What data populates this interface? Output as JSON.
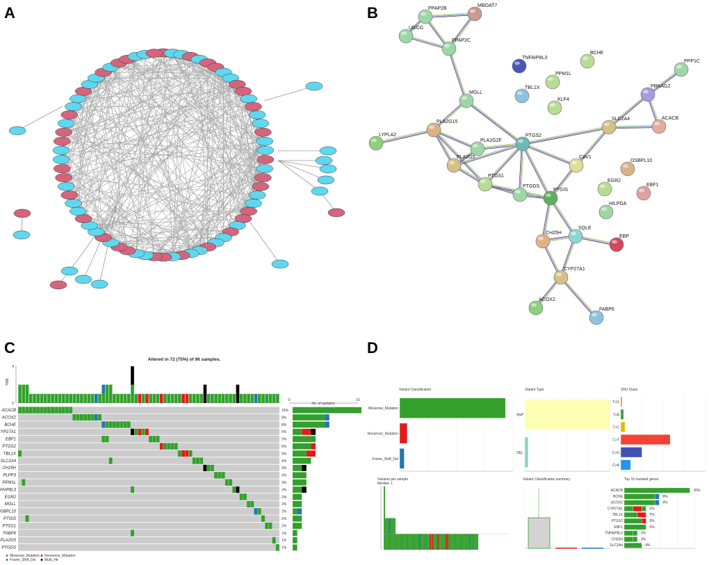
{
  "panels": {
    "a": "A",
    "b": "B",
    "c": "C",
    "d": "D"
  },
  "colors": {
    "missense": "#33a02c",
    "nonsense": "#e31a1c",
    "frameshift": "#1f78b4",
    "multi": "#000000",
    "bg": "#cccccc",
    "node_red": "#d4657d",
    "node_cyan": "#5fd8ef"
  },
  "network_b": {
    "nodes": [
      {
        "id": "PPAP2B",
        "c": "#9fd6a8"
      },
      {
        "id": "MBOAT7",
        "c": "#c99a8f"
      },
      {
        "id": "UGCG",
        "c": "#9fd6a8"
      },
      {
        "id": "PPAP2C",
        "c": "#9fd6a8"
      },
      {
        "id": "TNFAIP8L3",
        "c": "#4a55b8"
      },
      {
        "id": "BCHE",
        "c": "#b8dc96"
      },
      {
        "id": "PPP1C",
        "c": "#9fd6a8"
      },
      {
        "id": "PPM1L",
        "c": "#b8dc96"
      },
      {
        "id": "TBL1X",
        "c": "#8ec3e0"
      },
      {
        "id": "KLF4",
        "c": "#b8dc96"
      },
      {
        "id": "MGLL",
        "c": "#9fd6a8"
      },
      {
        "id": "PRKAG2",
        "c": "#a99be0"
      },
      {
        "id": "SLC2A4",
        "c": "#d6c08a"
      },
      {
        "id": "ACACB",
        "c": "#e0ad9c"
      },
      {
        "id": "LYPLA2",
        "c": "#8fcf7d"
      },
      {
        "id": "PLA2G15",
        "c": "#d9b388"
      },
      {
        "id": "PTGS2",
        "c": "#6fb8b8"
      },
      {
        "id": "PLA2G2F",
        "c": "#9fd6a8"
      },
      {
        "id": "PLA2G5",
        "c": "#d6c08a"
      },
      {
        "id": "CAV1",
        "c": "#dede9c"
      },
      {
        "id": "OSBPL10",
        "c": "#d9b388"
      },
      {
        "id": "PTGS1",
        "c": "#b8dc96"
      },
      {
        "id": "PTGDS",
        "c": "#9fd6a8"
      },
      {
        "id": "PTGIS",
        "c": "#5fae5f"
      },
      {
        "id": "EGR2",
        "c": "#b8dc96"
      },
      {
        "id": "EBF1",
        "c": "#e0a0a0"
      },
      {
        "id": "HILPDA",
        "c": "#9fd6a8"
      },
      {
        "id": "CH25H",
        "c": "#e0b08a"
      },
      {
        "id": "SQLE",
        "c": "#8ed6d6"
      },
      {
        "id": "EBP",
        "c": "#d4485f"
      },
      {
        "id": "CYP27A1",
        "c": "#d6c08a"
      },
      {
        "id": "ACOX2",
        "c": "#8fcf7d"
      },
      {
        "id": "FABP6",
        "c": "#8ec3e0"
      }
    ]
  },
  "oncoplot": {
    "title": "Altered in 72 (75%) of 96 samples.",
    "tmb_label": "TMB",
    "tmb_ticks": [
      "0",
      "4"
    ],
    "samples_axis_label": "No. of samples",
    "samples_ticks": [
      "0",
      "15"
    ],
    "n_samples": 72,
    "genes": [
      {
        "name": "ACACB",
        "pct": "16%",
        "m": [
          [
            0,
            "missense"
          ],
          [
            1,
            "missense"
          ],
          [
            2,
            "missense"
          ],
          [
            3,
            "missense"
          ],
          [
            4,
            "missense"
          ],
          [
            5,
            "missense"
          ],
          [
            6,
            "missense"
          ],
          [
            7,
            "missense"
          ],
          [
            8,
            "missense"
          ],
          [
            9,
            "missense"
          ],
          [
            10,
            "missense"
          ],
          [
            11,
            "missense"
          ],
          [
            12,
            "missense"
          ],
          [
            13,
            "missense"
          ],
          [
            14,
            "missense"
          ]
        ]
      },
      {
        "name": "ACOX2",
        "pct": "8%",
        "m": [
          [
            15,
            "missense"
          ],
          [
            16,
            "missense"
          ],
          [
            17,
            "missense"
          ],
          [
            18,
            "missense"
          ],
          [
            19,
            "missense"
          ],
          [
            20,
            "missense"
          ],
          [
            21,
            "frameshift"
          ],
          [
            22,
            "missense"
          ]
        ]
      },
      {
        "name": "BCHE",
        "pct": "8%",
        "m": [
          [
            23,
            "frameshift"
          ],
          [
            24,
            "missense"
          ],
          [
            25,
            "missense"
          ],
          [
            26,
            "missense"
          ],
          [
            27,
            "missense"
          ],
          [
            28,
            "missense"
          ],
          [
            29,
            "missense"
          ],
          [
            30,
            "missense"
          ]
        ]
      },
      {
        "name": "CYP27A1",
        "pct": "5%",
        "m": [
          [
            31,
            "multi"
          ],
          [
            32,
            "missense"
          ],
          [
            33,
            "nonsense"
          ],
          [
            34,
            "missense"
          ],
          [
            35,
            "nonsense"
          ]
        ]
      },
      {
        "name": "EBF1",
        "pct": "5%",
        "m": [
          [
            23,
            "missense"
          ],
          [
            24,
            "missense"
          ],
          [
            36,
            "missense"
          ],
          [
            37,
            "missense"
          ],
          [
            38,
            "missense"
          ]
        ]
      },
      {
        "name": "PTGS2",
        "pct": "5%",
        "m": [
          [
            39,
            "nonsense"
          ],
          [
            40,
            "missense"
          ],
          [
            41,
            "missense"
          ],
          [
            42,
            "missense"
          ],
          [
            43,
            "missense"
          ]
        ]
      },
      {
        "name": "TBL1X",
        "pct": "5%",
        "m": [
          [
            0,
            "missense"
          ],
          [
            44,
            "missense"
          ],
          [
            45,
            "nonsense"
          ],
          [
            46,
            "nonsense"
          ],
          [
            47,
            "missense"
          ]
        ]
      },
      {
        "name": "SLC2A4",
        "pct": "4%",
        "m": [
          [
            25,
            "missense"
          ],
          [
            48,
            "missense"
          ],
          [
            49,
            "missense"
          ],
          [
            50,
            "missense"
          ]
        ]
      },
      {
        "name": "CH25H",
        "pct": "3%",
        "m": [
          [
            51,
            "multi"
          ],
          [
            52,
            "missense"
          ],
          [
            53,
            "missense"
          ]
        ]
      },
      {
        "name": "PLPP3",
        "pct": "3%",
        "m": [
          [
            54,
            "missense"
          ],
          [
            55,
            "missense"
          ],
          [
            56,
            "missense"
          ]
        ]
      },
      {
        "name": "PPM1L",
        "pct": "3%",
        "m": [
          [
            1,
            "missense"
          ],
          [
            57,
            "missense"
          ],
          [
            58,
            "missense"
          ]
        ]
      },
      {
        "name": "TNFAIP8L3",
        "pct": "3%",
        "m": [
          [
            31,
            "missense"
          ],
          [
            59,
            "missense"
          ],
          [
            60,
            "multi"
          ]
        ]
      },
      {
        "name": "EGR2",
        "pct": "2%",
        "m": [
          [
            61,
            "missense"
          ],
          [
            62,
            "missense"
          ]
        ]
      },
      {
        "name": "MGLL",
        "pct": "2%",
        "m": [
          [
            63,
            "missense"
          ],
          [
            64,
            "missense"
          ]
        ]
      },
      {
        "name": "OSBPL10",
        "pct": "2%",
        "m": [
          [
            65,
            "frameshift"
          ],
          [
            66,
            "missense"
          ]
        ]
      },
      {
        "name": "PTGIS",
        "pct": "2%",
        "m": [
          [
            2,
            "missense"
          ],
          [
            67,
            "missense"
          ]
        ]
      },
      {
        "name": "PTGS1",
        "pct": "2%",
        "m": [
          [
            68,
            "missense"
          ],
          [
            69,
            "missense"
          ]
        ]
      },
      {
        "name": "FABP6",
        "pct": "1%",
        "m": [
          [
            31,
            "missense"
          ]
        ]
      },
      {
        "name": "PLA2G5",
        "pct": "1%",
        "m": [
          [
            70,
            "missense"
          ]
        ]
      },
      {
        "name": "PTGDS",
        "pct": "1%",
        "m": [
          [
            71,
            "missense"
          ]
        ]
      }
    ],
    "legend": [
      {
        "label": "Missense_Mutation",
        "type": "missense"
      },
      {
        "label": "Nonsense_Mutation",
        "type": "nonsense"
      },
      {
        "label": "Frame_Shift_Del",
        "type": "frameshift"
      },
      {
        "label": "Multi_Hit",
        "type": "multi"
      }
    ]
  },
  "chart_data": [
    {
      "type": "bar",
      "title": "Variant Classification",
      "categories": [
        "Missense_Mutation",
        "Nonsense_Mutation",
        "Frame_Shift_Del"
      ],
      "values": [
        70,
        5,
        3
      ],
      "colors": [
        "#33a02c",
        "#e31a1c",
        "#1f78b4"
      ],
      "xlim": [
        0,
        75
      ]
    },
    {
      "type": "bar",
      "title": "Variant Type",
      "categories": [
        "SNP",
        "DEL"
      ],
      "values": [
        75,
        3
      ],
      "colors": [
        "#ffffb3",
        "#8dd3c7"
      ],
      "xlim": [
        0,
        75
      ]
    },
    {
      "type": "bar",
      "title": "SNV Class",
      "categories": [
        "T>G",
        "T>A",
        "T>C",
        "C>T",
        "C>G",
        "C>A"
      ],
      "values": [
        1,
        2,
        3,
        35,
        15,
        7
      ],
      "colors": [
        "#f29403",
        "#33a02c",
        "#e6b800",
        "#f44336",
        "#3f51b5",
        "#2196f3"
      ],
      "xlim": [
        0,
        60
      ]
    },
    {
      "type": "bar",
      "title": "Variants per sample",
      "subtitle": "Median: 1",
      "ylim": [
        0,
        4
      ]
    },
    {
      "type": "box",
      "title": "Variant Classification summary",
      "ylim": [
        0,
        2
      ]
    },
    {
      "type": "bar",
      "title": "Top 10 mutated genes",
      "categories": [
        "ACACB",
        "BCHE",
        "ACOX2",
        "CYP27A1",
        "TBL1X",
        "PTGS2",
        "EBF1",
        "TNFAIP8L3",
        "CH25H",
        "SLC2A4"
      ],
      "labels": [
        "16%",
        "8%",
        "8%",
        "5%",
        "5%",
        "5%",
        "5%",
        "3%",
        "3%",
        "4%"
      ],
      "xlim": [
        0,
        17
      ]
    }
  ]
}
